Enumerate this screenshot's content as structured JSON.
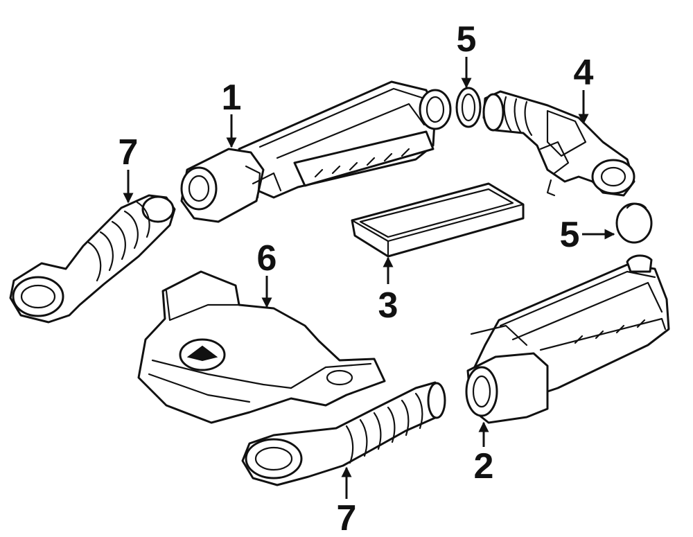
{
  "diagram": {
    "callouts": [
      {
        "id": "c1",
        "label": "1",
        "part": "air-cleaner-housing-upper"
      },
      {
        "id": "c2",
        "label": "2",
        "part": "air-cleaner-housing-lower"
      },
      {
        "id": "c3",
        "label": "3",
        "part": "air-filter-element"
      },
      {
        "id": "c4",
        "label": "4",
        "part": "intake-hose"
      },
      {
        "id": "c5a",
        "label": "5",
        "part": "clamp-upper"
      },
      {
        "id": "c5b",
        "label": "5",
        "part": "clamp-right"
      },
      {
        "id": "c6",
        "label": "6",
        "part": "engine-cover"
      },
      {
        "id": "c7a",
        "label": "7",
        "part": "intake-duct-left"
      },
      {
        "id": "c7b",
        "label": "7",
        "part": "intake-duct-bottom"
      }
    ],
    "colors": {
      "line": "#111111",
      "background": "#ffffff"
    }
  }
}
